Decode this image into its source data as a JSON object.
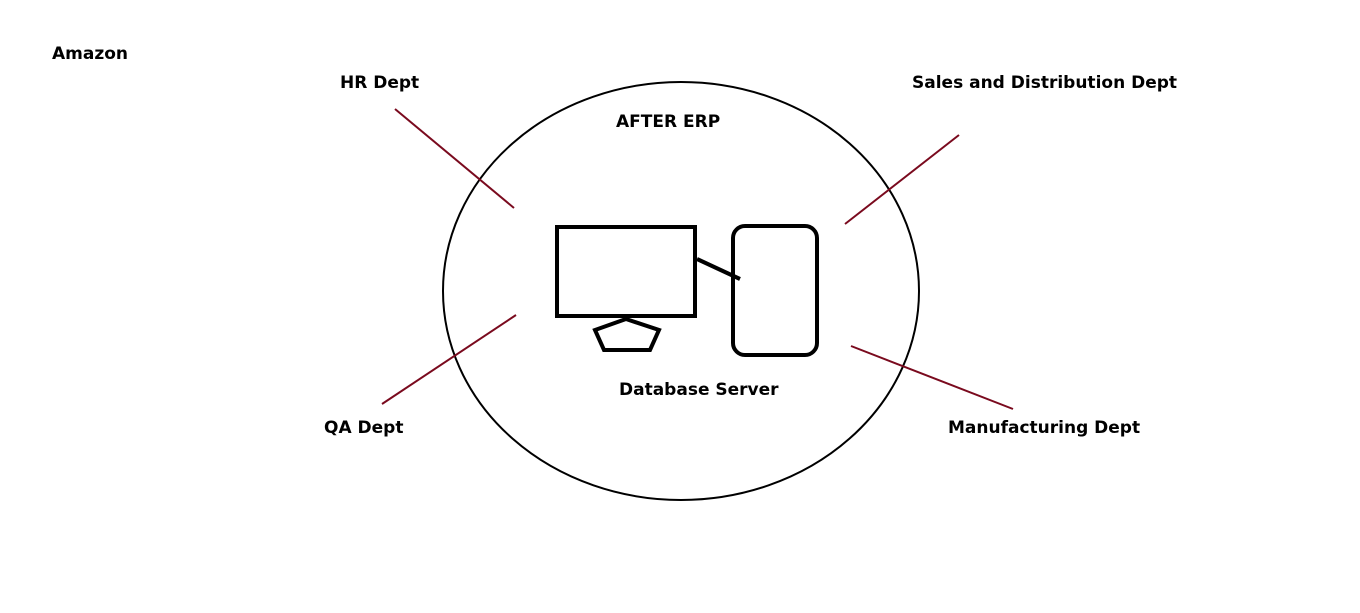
{
  "company": "Amazon",
  "title": "AFTER ERP",
  "center_label": "Database Server",
  "departments": {
    "hr": "HR Dept",
    "sales": "Sales and Distribution Dept",
    "qa": "QA Dept",
    "manufacturing": "Manufacturing Dept"
  },
  "colors": {
    "connector": "#7a0a1e",
    "outline": "#000000",
    "background": "#ffffff"
  }
}
